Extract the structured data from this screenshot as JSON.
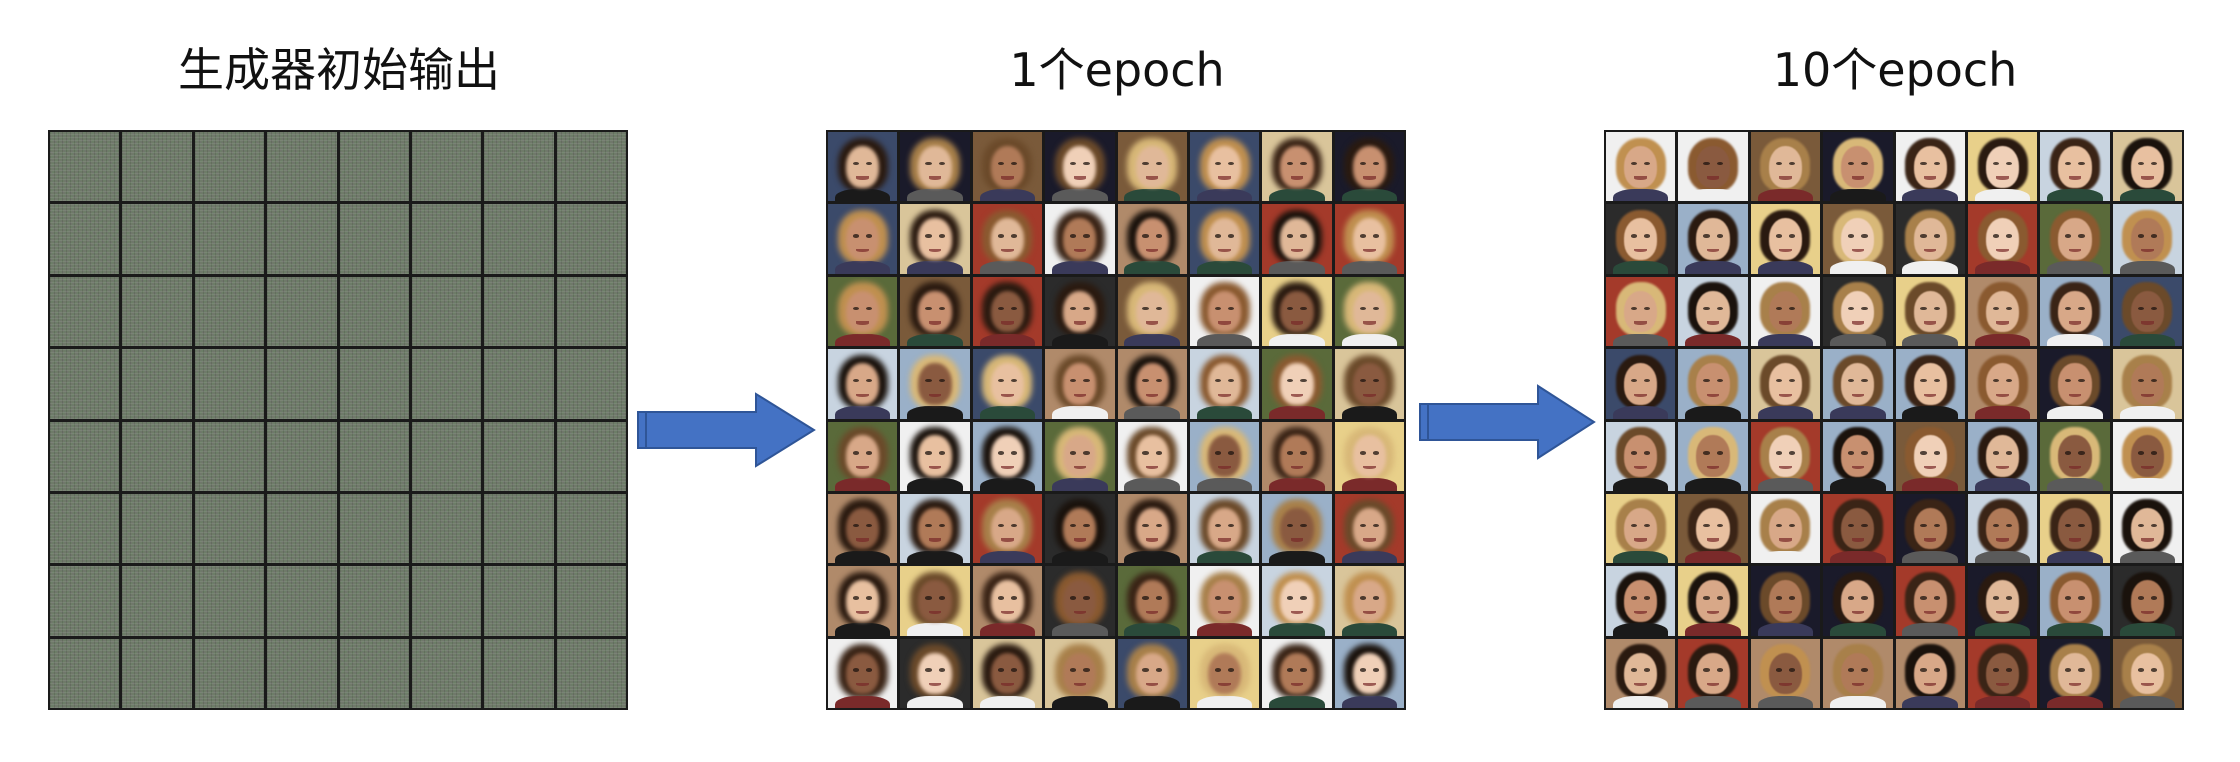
{
  "titles": {
    "initial": "生成器初始输出",
    "epoch1": "1个epoch",
    "epoch10": "10个epoch"
  },
  "colors": {
    "arrow_fill": "#4472c4",
    "arrow_stroke": "#2f5597",
    "grid_border": "#1a1a1a",
    "noise_base": "#6f7a69"
  },
  "grid": {
    "rows": 8,
    "cols": 8
  },
  "icons": {
    "arrow": "right-arrow-icon"
  }
}
